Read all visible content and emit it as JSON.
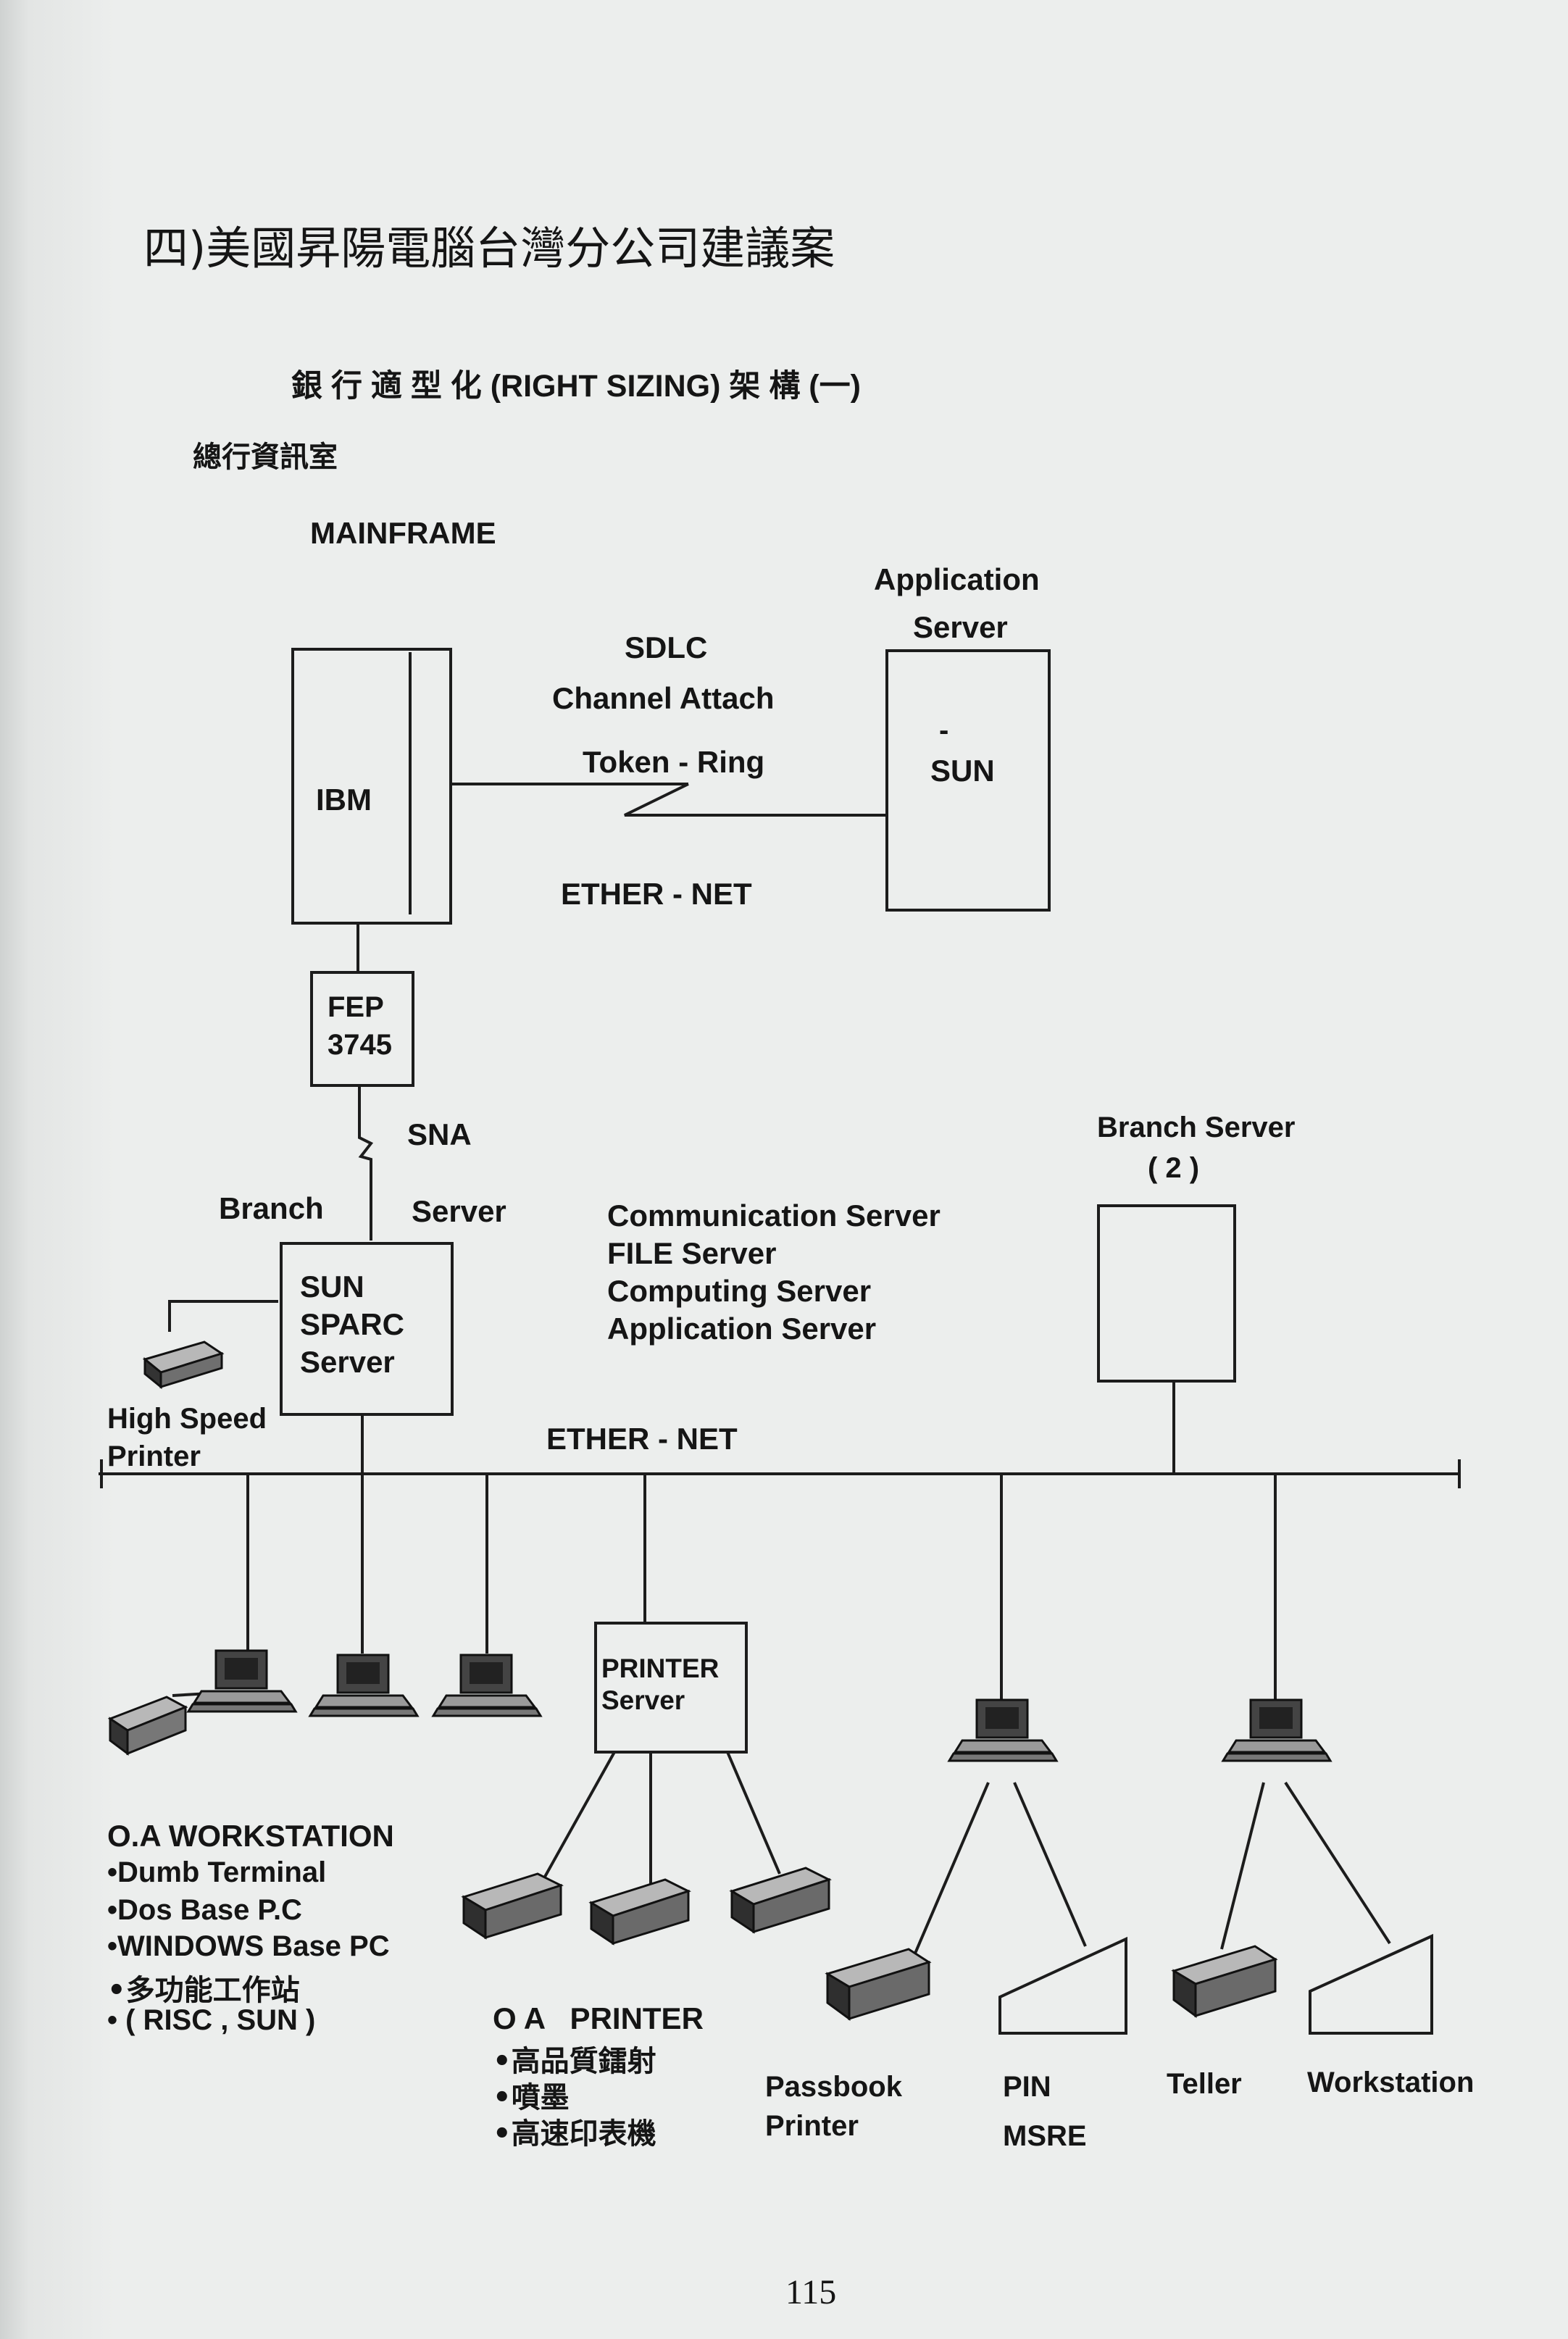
{
  "page": {
    "heading": "四)美國昇陽電腦台灣分公司建議案",
    "subtitle": "銀 行 適 型 化 (RIGHT SIZING) 架 構 (一)",
    "hq_label": "總行資訊室",
    "page_number": "115"
  },
  "mainframe": {
    "label": "MAINFRAME",
    "ibm": "IBM",
    "fep_line1": "FEP",
    "fep_line2": "3745",
    "sna": "SNA"
  },
  "links": {
    "sdlc": "SDLC",
    "channel": "Channel Attach",
    "token": "Token - Ring",
    "ether_top": "ETHER - NET",
    "ether_main": "ETHER - NET"
  },
  "app_server": {
    "line1": "Application",
    "line2": "Server",
    "dash": "-",
    "name": "SUN"
  },
  "branch": {
    "branch_label": "Branch",
    "server_label": "Server",
    "box_line1": "SUN",
    "box_line2": "SPARC",
    "box_line3": "Server",
    "roles": [
      "Communication Server",
      "FILE Server",
      "Computing Server",
      "Application Server"
    ],
    "printer_line1": "High Speed",
    "printer_line2": "Printer"
  },
  "branch_server2": {
    "line1": "Branch Server",
    "line2": "( 2 )"
  },
  "printer_server": {
    "line1": "PRINTER",
    "line2": "Server"
  },
  "oa_workstation": {
    "title": "O.A WORKSTATION",
    "items": [
      "•Dumb Terminal",
      "•Dos Base P.C",
      "•WINDOWS Base PC",
      "•多功能工作站",
      "• ( RISC , SUN )"
    ]
  },
  "oa_printer": {
    "title": "O A   PRINTER",
    "items": [
      "•高品質鐳射",
      "•噴墨",
      "•高速印表機"
    ]
  },
  "devices": {
    "passbook_line1": "Passbook",
    "passbook_line2": "Printer",
    "pin_line1": "PIN",
    "pin_line2": "MSRE",
    "teller": "Teller",
    "workstation": "Workstation"
  }
}
